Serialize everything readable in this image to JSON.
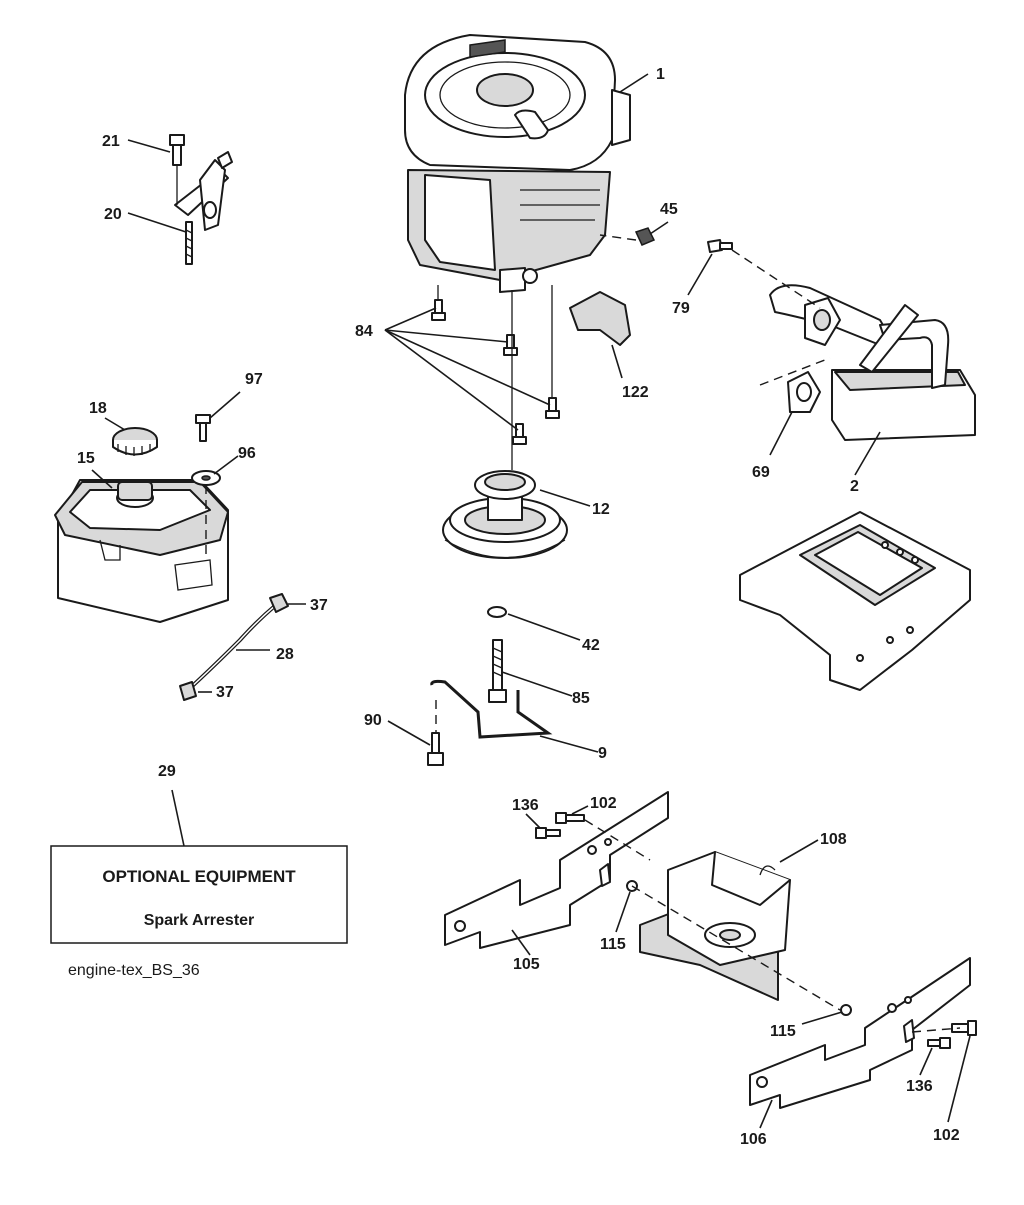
{
  "callouts": {
    "c1": "1",
    "c2": "2",
    "c9": "9",
    "c12": "12",
    "c15": "15",
    "c18": "18",
    "c20": "20",
    "c21": "21",
    "c28": "28",
    "c29": "29",
    "c37a": "37",
    "c37b": "37",
    "c42": "42",
    "c45": "45",
    "c69": "69",
    "c79": "79",
    "c84": "84",
    "c85": "85",
    "c90": "90",
    "c96": "96",
    "c97": "97",
    "c102a": "102",
    "c102b": "102",
    "c105": "105",
    "c106": "106",
    "c108": "108",
    "c115a": "115",
    "c115b": "115",
    "c122": "122",
    "c136a": "136",
    "c136b": "136"
  },
  "optional_box": {
    "title": "OPTIONAL EQUIPMENT",
    "subtitle": "Spark Arrester"
  },
  "diagram_code": "engine-tex_BS_36"
}
